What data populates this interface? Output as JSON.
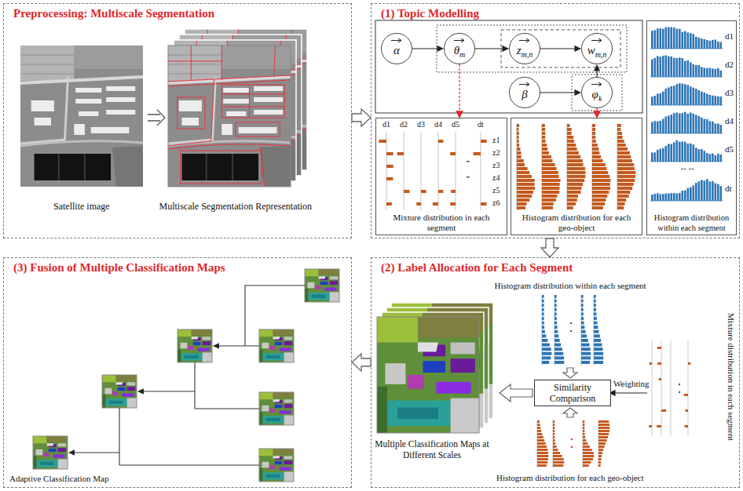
{
  "diagram": {
    "nodes": [
      {
        "text": [
          "Preprocessing: Multiscale Segmentation"
        ]
      },
      {
        "text": [
          "(1) Topic Modelling"
        ]
      },
      {
        "text": [
          "α"
        ],
        "in": 1
      },
      {
        "text": [
          "θm"
        ],
        "in": 1
      },
      {
        "text": [
          "zm,n"
        ],
        "in": 1
      },
      {
        "text": [
          "wm,n"
        ],
        "in": 1
      },
      {
        "text": [
          "β"
        ],
        "in": 1
      },
      {
        "text": [
          "φk"
        ],
        "in": 1
      },
      {
        "text": [
          "Mixture distribution in each segment"
        ],
        "in": 1
      },
      {
        "text": [
          "Histogram distribution for each geo-object"
        ],
        "in": 1
      },
      {
        "text": [
          "Histogram distribution within each segment"
        ],
        "in": 1
      },
      {
        "text": [
          "(3) Fusion of Multiple Classification Maps"
        ]
      },
      {
        "text": [
          "(2) Label Allocation for Each Segment"
        ]
      },
      {
        "text": [
          "Similarity Comparison"
        ],
        "in": 12
      }
    ],
    "edges": [
      {
        "from": 0,
        "to": 1,
        "arrow": "to"
      },
      {
        "from": 2,
        "to": 3,
        "arrow": "to"
      },
      {
        "from": 3,
        "to": 4,
        "arrow": "to"
      },
      {
        "from": 4,
        "to": 5,
        "arrow": "to"
      },
      {
        "from": 6,
        "to": 7,
        "arrow": "to"
      },
      {
        "from": 7,
        "to": 5,
        "arrow": "to"
      },
      {
        "from": 3,
        "to": 8,
        "arrow": "to"
      },
      {
        "from": 7,
        "to": 9,
        "arrow": "to"
      },
      {
        "from": 1,
        "to": 12,
        "arrow": "to"
      },
      {
        "from": 12,
        "to": 11,
        "arrow": "to"
      }
    ],
    "labels": [
      "Satellite image",
      "Multiscale Segmentation Representation",
      "d1",
      "d2",
      "d3",
      "d4",
      "d5",
      "dt",
      "z1",
      "z2",
      "z3",
      "z4",
      "z5",
      "z6",
      "d1",
      "d2",
      "d3",
      "d4",
      "d5",
      "-- --",
      "dt",
      "Histogram distribution within each segment",
      "Weighting",
      "Mixture distribution in each segment",
      "Multiple Classification Maps at Different Scales",
      "Histogram distribution for each geo-object",
      "Adaptive Classification Map"
    ]
  }
}
